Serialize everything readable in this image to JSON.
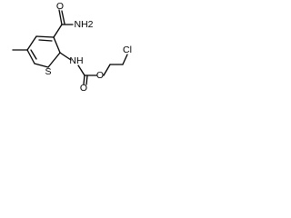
{
  "molecule": {
    "atoms": {
      "amide_nitrogen": "NH2",
      "amide_oxygen": "O",
      "sulfur": "S",
      "carbamate_nitrogen": "NH",
      "carbonyl_oxygen": "O",
      "ester_oxygen": "O",
      "chlorine": "Cl"
    }
  },
  "colors": {
    "bond": "#000000",
    "label": "#000000",
    "background": "#ffffff"
  }
}
